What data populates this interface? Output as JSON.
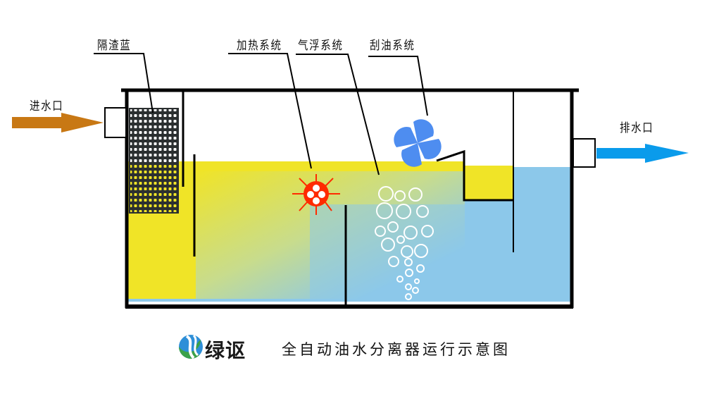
{
  "diagram": {
    "title": "全自动油水分离器运行示意图",
    "brand": {
      "name": "绿讴",
      "logo_icon": "leaf-swirl-logo-icon"
    },
    "labels": {
      "inlet": "进水口",
      "outlet": "排水口",
      "screen_basket": "隔渣蓝",
      "heating": "加热系统",
      "air_flotation": "气浮系统",
      "oil_skimming": "刮油系统"
    },
    "colors": {
      "oil": "#F0E427",
      "water": "#8CC8EA",
      "inlet_arrow": "#C87814",
      "outlet_arrow": "#0A9BEB",
      "heater": "#FF2A00",
      "skimmer": "#4E8DF0",
      "outline": "#000000"
    },
    "components": [
      "inlet-pipe",
      "screen-basket",
      "baffle-plates",
      "heater",
      "air-bubbles",
      "oil-skimmer-wheel",
      "oil-collection-weir",
      "outlet-pipe"
    ]
  }
}
